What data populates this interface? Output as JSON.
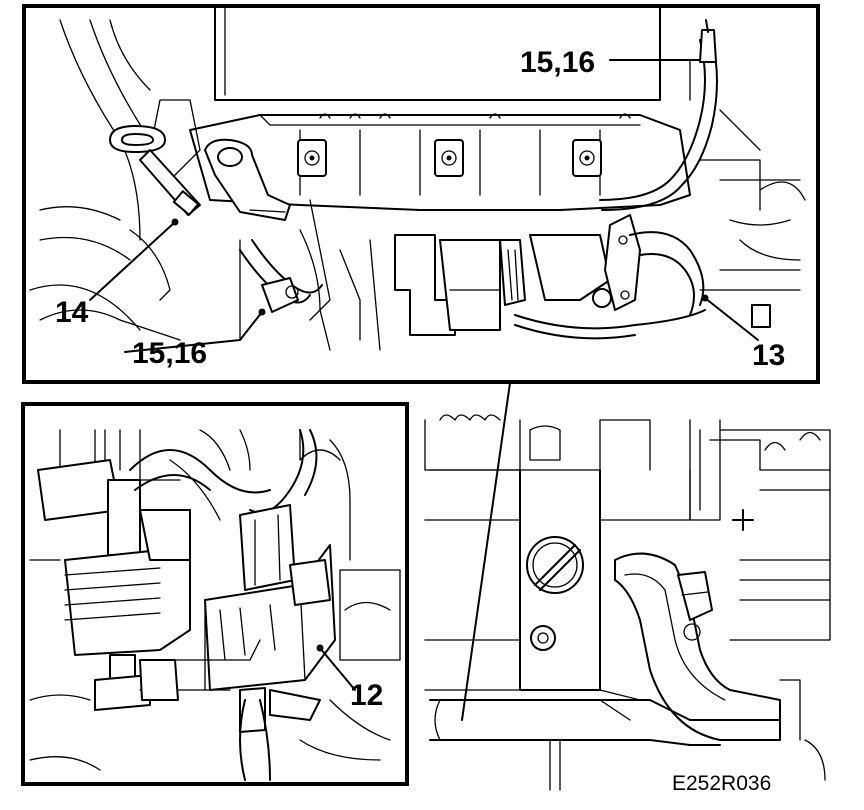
{
  "callouts": {
    "top_right_label": "15,16",
    "left_label_14": "14",
    "bottom_left_label": "15,16",
    "right_label_13": "13",
    "connector_label_12": "12"
  },
  "figure_code": "E252R036",
  "icons": [
    "key-tool-icon",
    "bolt-icon"
  ]
}
